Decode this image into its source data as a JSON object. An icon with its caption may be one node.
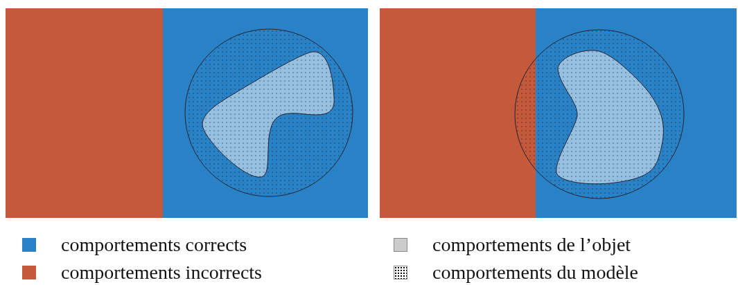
{
  "diagram": {
    "legend": [
      {
        "text": "comportements corrects",
        "color": "#2a82c6"
      },
      {
        "text": "comportements incorrects",
        "color": "#c4593c"
      },
      {
        "text": "comportements de l’objet",
        "color": "#cccccc"
      },
      {
        "text": "comportements du modèle"
      }
    ]
  }
}
